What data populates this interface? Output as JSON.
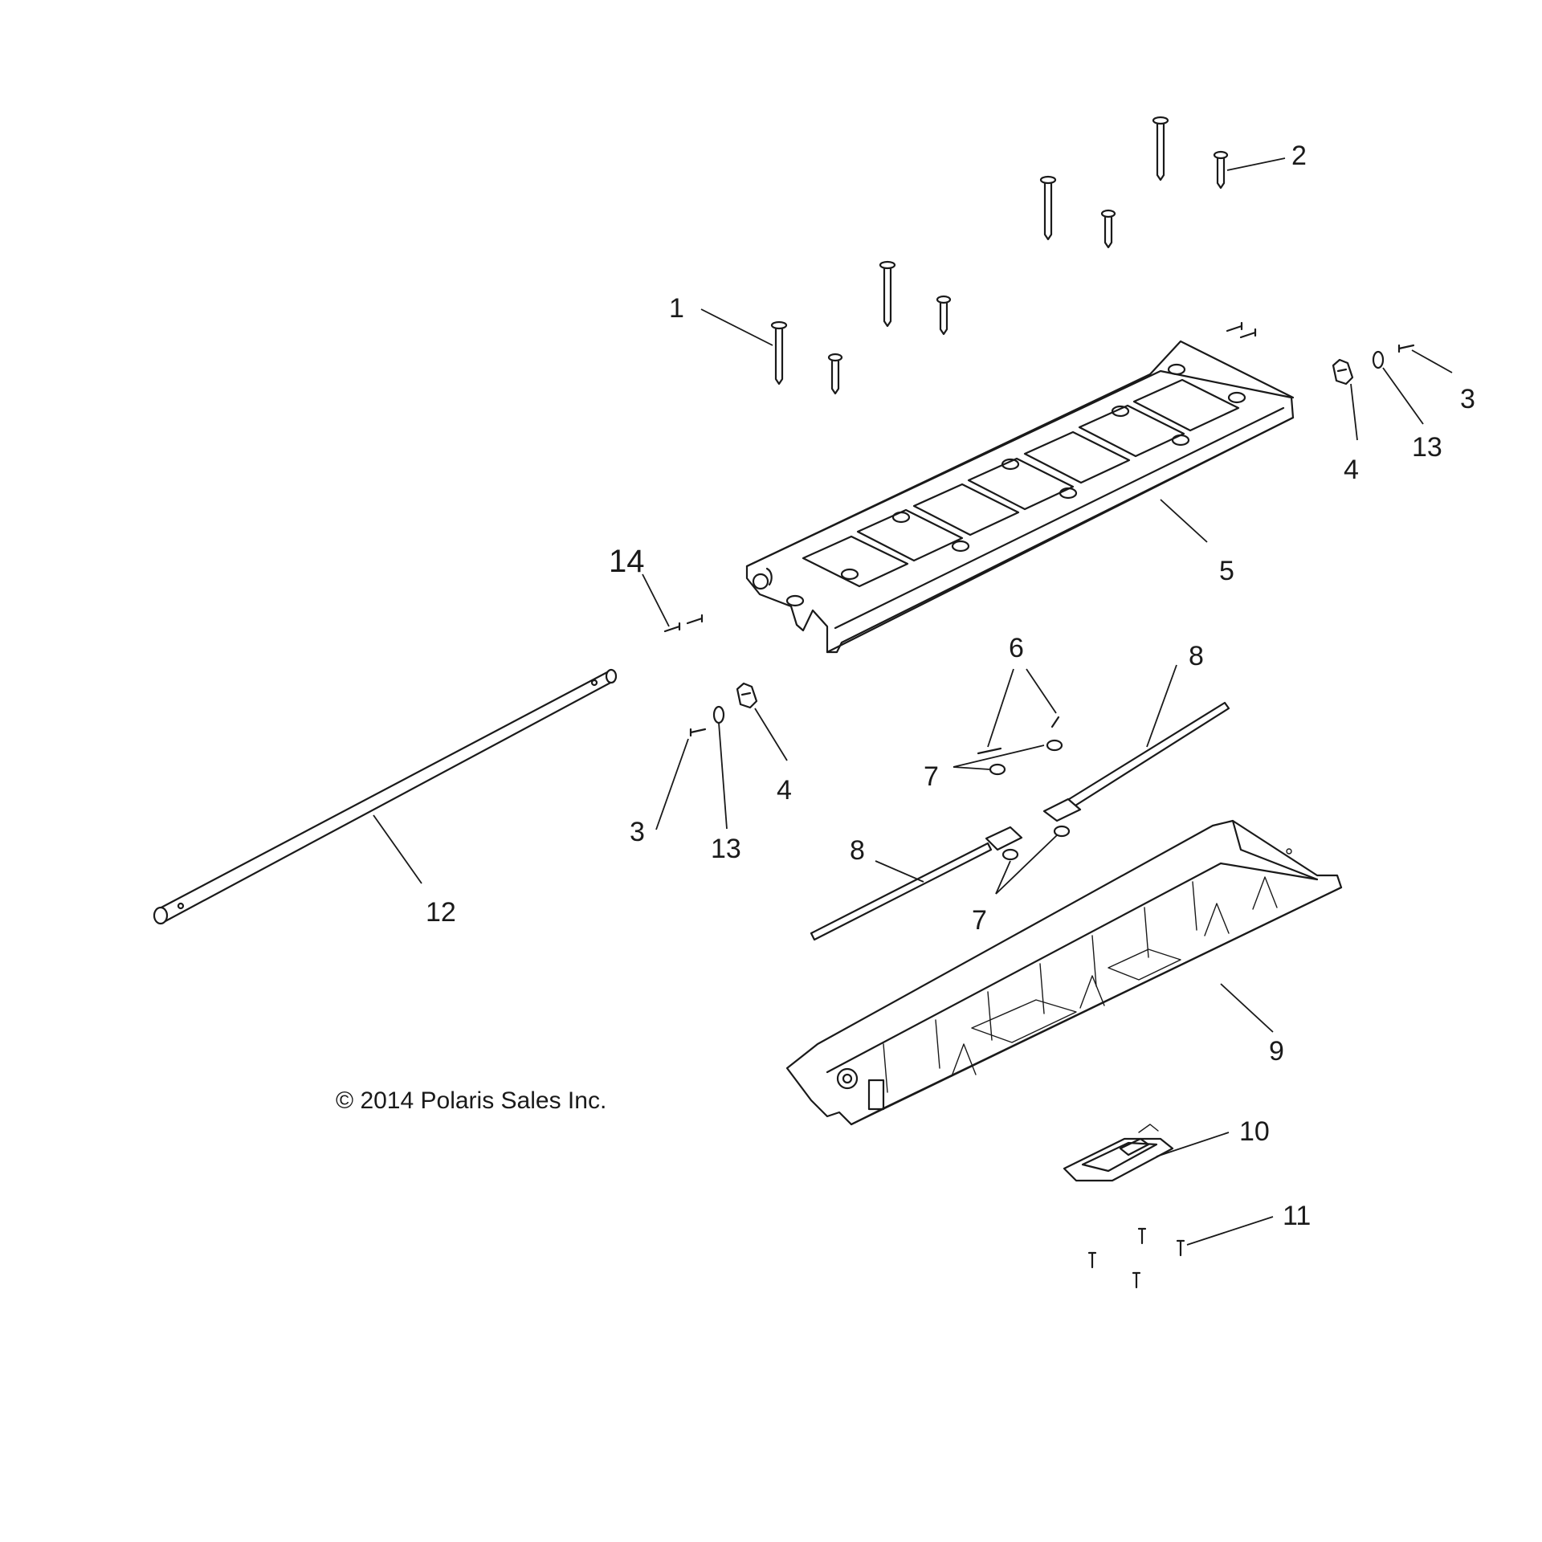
{
  "diagram": {
    "copyright": "© 2014 Polaris Sales Inc.",
    "callouts": [
      {
        "id": "c1",
        "label": "1"
      },
      {
        "id": "c2",
        "label": "2"
      },
      {
        "id": "c3a",
        "label": "3"
      },
      {
        "id": "c3b",
        "label": "3"
      },
      {
        "id": "c4a",
        "label": "4"
      },
      {
        "id": "c4b",
        "label": "4"
      },
      {
        "id": "c5",
        "label": "5"
      },
      {
        "id": "c6",
        "label": "6"
      },
      {
        "id": "c7a",
        "label": "7"
      },
      {
        "id": "c7b",
        "label": "7"
      },
      {
        "id": "c8a",
        "label": "8"
      },
      {
        "id": "c8b",
        "label": "8"
      },
      {
        "id": "c9",
        "label": "9"
      },
      {
        "id": "c10",
        "label": "10"
      },
      {
        "id": "c11",
        "label": "11"
      },
      {
        "id": "c12",
        "label": "12"
      },
      {
        "id": "c13a",
        "label": "13"
      },
      {
        "id": "c13b",
        "label": "13"
      },
      {
        "id": "c14",
        "label": "14"
      }
    ]
  }
}
